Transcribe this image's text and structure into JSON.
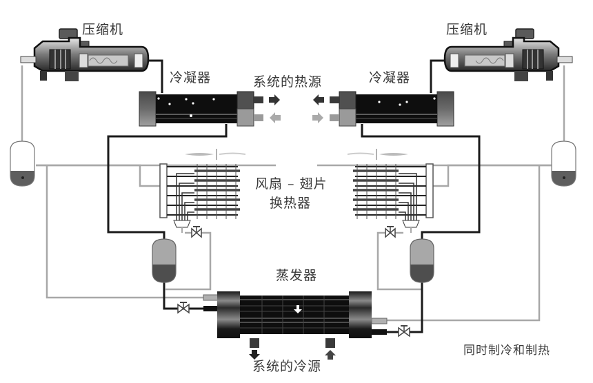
{
  "title": "同时制冷和制热",
  "labels": {
    "compressor_left": "压缩机",
    "compressor_right": "压缩机",
    "condenser_left": "冷凝器",
    "condenser_right": "冷凝器",
    "heat_source": "系统的热源",
    "fan_coil_line1": "风扇 – 翅片",
    "fan_coil_line2": "换热器",
    "evaporator": "蒸发器",
    "cold_source": "系统的冷源",
    "caption": "同时制冷和制热"
  },
  "colors": {
    "refrigerant_hot": "#1a1a1a",
    "refrigerant_return": "#a8a8a8",
    "shell_dark": "#111111",
    "header_gray": "#6e6e6e",
    "header_light": "#9a9a9a",
    "liquid": "#5a5a5a",
    "vapor": "#a0a0a0",
    "background": "#ffffff"
  },
  "components": [
    {
      "id": "compressor-left",
      "type": "compressor"
    },
    {
      "id": "compressor-right",
      "type": "compressor"
    },
    {
      "id": "condenser-left",
      "type": "shell-and-tube-condenser"
    },
    {
      "id": "condenser-right",
      "type": "shell-and-tube-condenser"
    },
    {
      "id": "fan-coil-left",
      "type": "fan-fin-heat-exchanger"
    },
    {
      "id": "fan-coil-right",
      "type": "fan-fin-heat-exchanger"
    },
    {
      "id": "receiver-left",
      "type": "liquid-receiver"
    },
    {
      "id": "receiver-right",
      "type": "liquid-receiver"
    },
    {
      "id": "accumulator-left",
      "type": "suction-accumulator"
    },
    {
      "id": "accumulator-right",
      "type": "suction-accumulator"
    },
    {
      "id": "evaporator",
      "type": "shell-and-tube-evaporator"
    },
    {
      "id": "expansion-valves",
      "count": 4
    }
  ]
}
